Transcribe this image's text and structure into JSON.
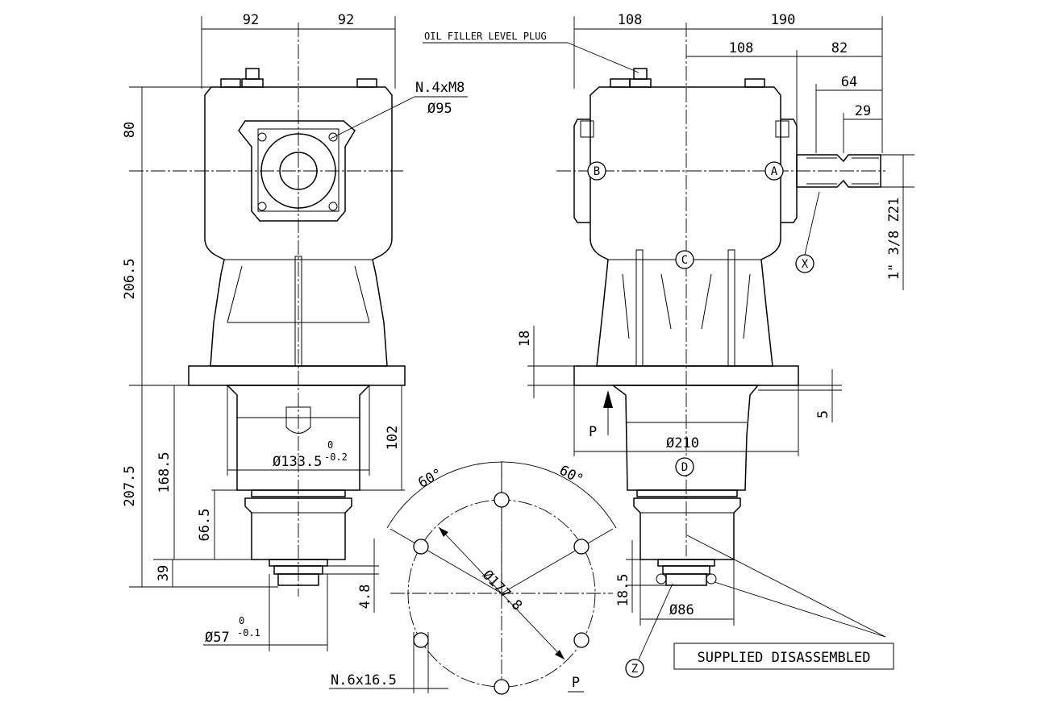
{
  "dimensions": {
    "front": {
      "top_left": "92",
      "top_right": "92",
      "h80": "80",
      "h206": "206.5",
      "h207": "207.5",
      "h168": "168.5",
      "h665": "66.5",
      "h39": "39",
      "h48": "4.8",
      "h102": "102",
      "d1335": "Ø133.5",
      "d1335_tol_up": "0",
      "d1335_tol_dn": "-0.2",
      "d57": "Ø57",
      "d57_tol_up": "0",
      "d57_tol_dn": "-0.1",
      "bolts": "N.4xM8",
      "bolt_circle": "Ø95"
    },
    "side": {
      "w108a": "108",
      "w190": "190",
      "w108b": "108",
      "w82": "82",
      "w64": "64",
      "w29": "29",
      "h18": "18",
      "h5": "5",
      "d210": "Ø210",
      "d86": "Ø86",
      "h185": "18.5",
      "shaft": "1\" 3/8 Z21"
    },
    "flange": {
      "angle1": "60°",
      "angle2": "60°",
      "pcd": "Ø177.8",
      "holes": "N.6x16.5"
    }
  },
  "labels": {
    "oil_plug": "OIL FILLER LEVEL PLUG",
    "supplied": "SUPPLIED DISASSEMBLED",
    "view_p_arrow": "P",
    "view_p": "P",
    "a": "A",
    "b": "B",
    "c": "C",
    "d": "D",
    "x": "X",
    "z": "Z"
  }
}
